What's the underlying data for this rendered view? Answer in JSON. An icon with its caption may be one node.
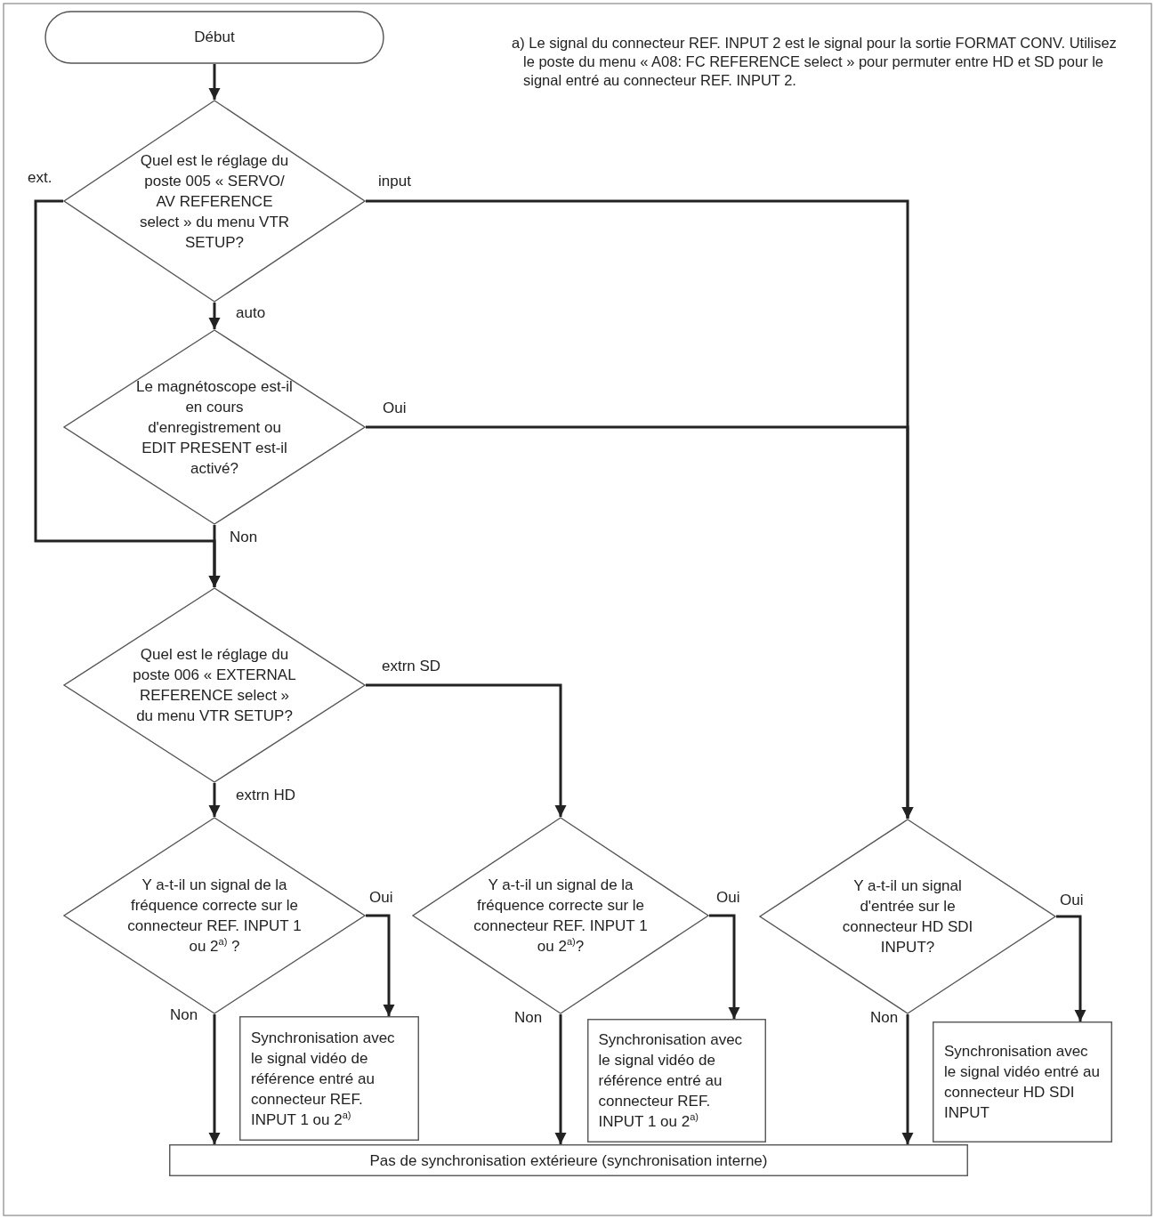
{
  "diagram": {
    "nodes": [
      {
        "text": [
          "Début"
        ]
      },
      {
        "text": [
          "Quel est le réglage du poste 005 « SERVO/ AV REFERENCE select » du menu VTR SETUP?"
        ]
      },
      {
        "text": [
          "Le magnétoscope est-il en cours d'enregistrement ou EDIT PRESENT est-il activé?"
        ]
      },
      {
        "text": [
          "Quel est le réglage du poste 006 « EXTERNAL REFERENCE select » du menu VTR SETUP?"
        ]
      },
      {
        "text": [
          "Y a-t-il un signal de la fréquence correcte sur le connecteur REF. INPUT 1 ou 2$^{a)}$ ?"
        ]
      },
      {
        "text": [
          "Synchronisation avec le signal vidéo de référence entré au connecteur REF. INPUT 1 ou 2$^{a)}$"
        ]
      },
      {
        "text": [
          "Y a-t-il un signal de la fréquence correcte sur le connecteur REF. INPUT 1 ou 2$^{a)}$?"
        ]
      },
      {
        "text": [
          "Synchronisation avec le signal vidéo de référence entré au connecteur REF. INPUT 1 ou 2$^{a)}$"
        ]
      },
      {
        "text": [
          "Y a-t-il un signal d'entrée sur le connecteur HD SDI INPUT?"
        ]
      },
      {
        "text": [
          "Synchronisation avec le signal vidéo entré au connecteur HD SDI INPUT"
        ]
      },
      {
        "text": [
          "Pas de synchronisation extérieure (synchronisation interne)"
        ]
      }
    ],
    "edges": [
      {
        "from": 0,
        "to": 1,
        "arrow": "to"
      },
      {
        "from": 1,
        "to": 2,
        "arrow": "to",
        "label": "auto"
      },
      {
        "from": 1,
        "to": 3,
        "arrow": "to",
        "label": "ext."
      },
      {
        "from": 1,
        "to": 8,
        "arrow": "to",
        "label": "input"
      },
      {
        "from": 2,
        "to": 8,
        "arrow": "to",
        "label": "Oui"
      },
      {
        "from": 2,
        "to": 3,
        "arrow": "to",
        "label": "Non"
      },
      {
        "from": 3,
        "to": 4,
        "arrow": "to",
        "label": "extrn HD"
      },
      {
        "from": 3,
        "to": 6,
        "arrow": "to",
        "label": "extrn SD"
      },
      {
        "from": 4,
        "to": 5,
        "arrow": "to",
        "label": "Oui"
      },
      {
        "from": 4,
        "to": 10,
        "arrow": "to",
        "label": "Non"
      },
      {
        "from": 6,
        "to": 7,
        "arrow": "to",
        "label": "Oui"
      },
      {
        "from": 6,
        "to": 10,
        "arrow": "to",
        "label": "Non"
      },
      {
        "from": 8,
        "to": 9,
        "arrow": "to",
        "label": "Oui"
      },
      {
        "from": 8,
        "to": 10,
        "arrow": "to",
        "label": "Non"
      }
    ],
    "labels": [
      "a) Le signal du connecteur REF. INPUT 2 est le signal pour la sortie FORMAT CONV. Utilisez le poste du menu « A08: FC REFERENCE select » pour permuter entre HD et SD pour le signal entré au connecteur REF. INPUT 2."
    ]
  }
}
